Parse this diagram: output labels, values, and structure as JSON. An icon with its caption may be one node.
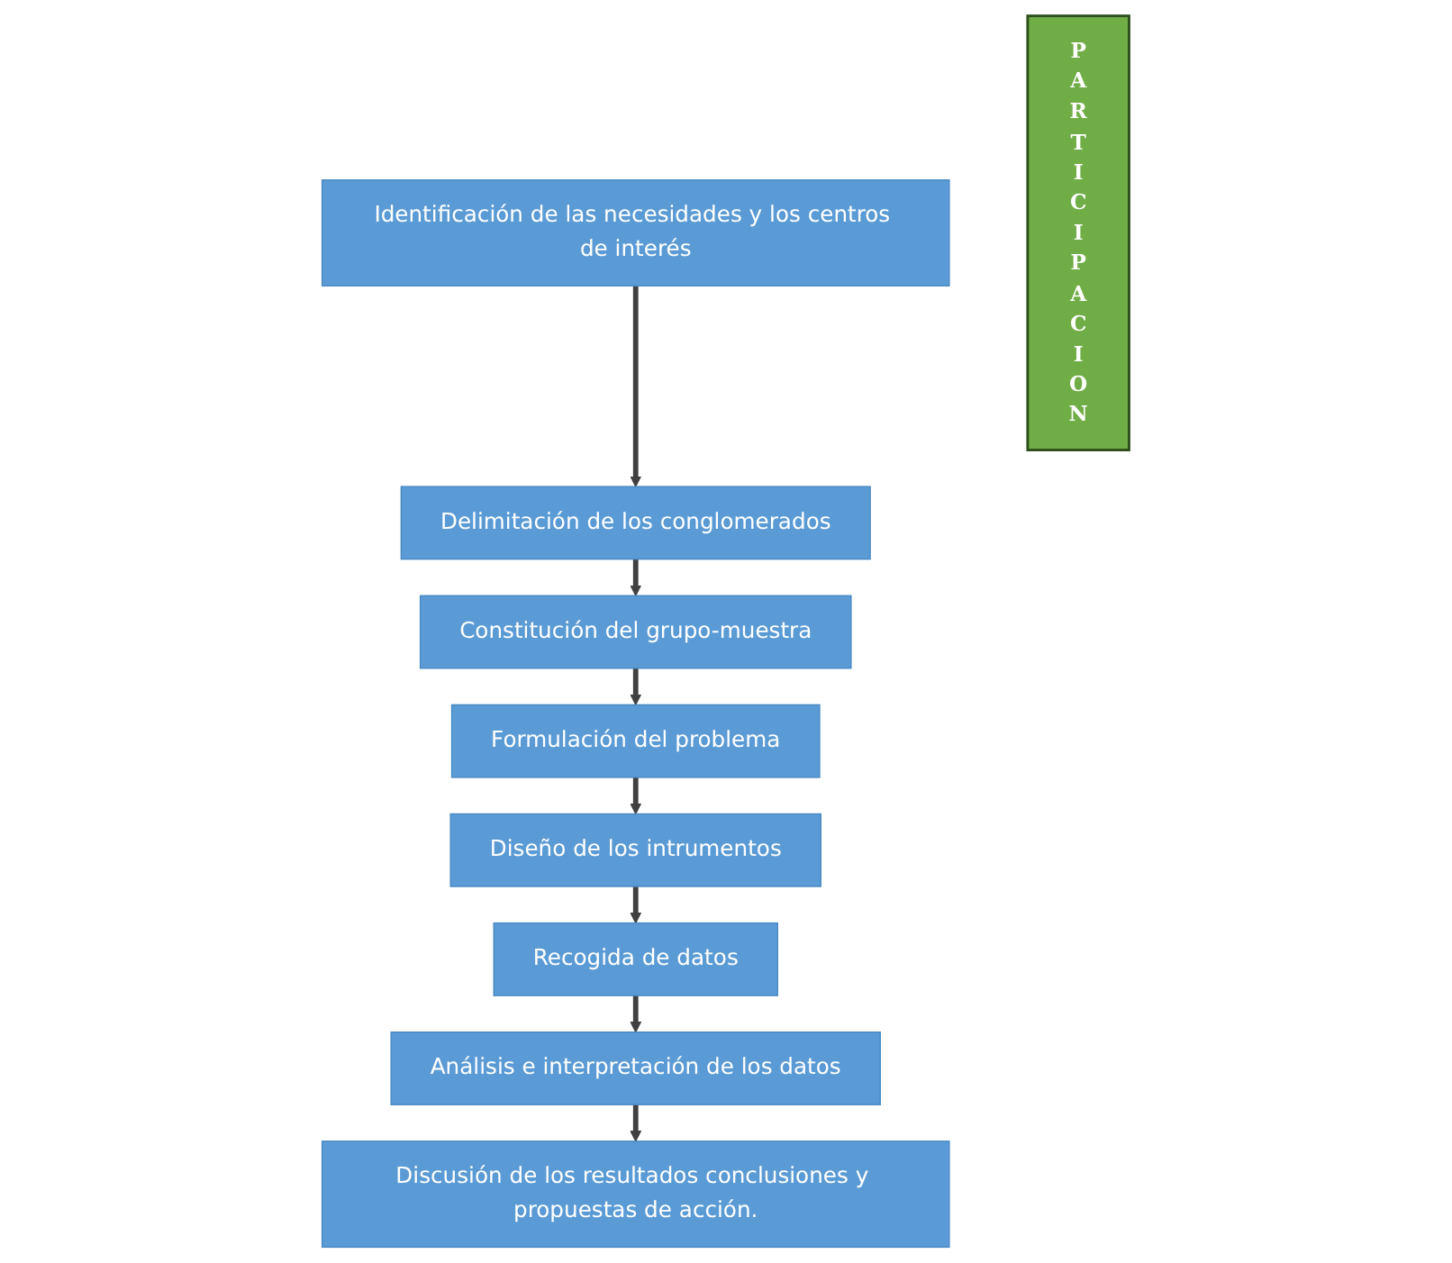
{
  "diagram": {
    "nodes": [
      {
        "text": [
          "Identificación de las necesidades y los centros de interés"
        ]
      },
      {
        "text": [
          "Delimitación de los conglomerados"
        ]
      },
      {
        "text": [
          "Constitución del grupo-muestra"
        ]
      },
      {
        "text": [
          "Formulación del problema"
        ]
      },
      {
        "text": [
          "Diseño de los intrumentos"
        ]
      },
      {
        "text": [
          "Recogida de datos"
        ]
      },
      {
        "text": [
          "Análisis e interpretación de los datos"
        ]
      },
      {
        "text": [
          "Discusión de los resultados conclusiones y propuestas de acción."
        ]
      },
      {
        "text": [
          "PARTICIPACION"
        ]
      }
    ],
    "edges": [
      {
        "from": 0,
        "to": 1,
        "arrow": "to"
      },
      {
        "from": 1,
        "to": 2,
        "arrow": "to"
      },
      {
        "from": 2,
        "to": 3,
        "arrow": "to"
      },
      {
        "from": 3,
        "to": 4,
        "arrow": "to"
      },
      {
        "from": 4,
        "to": 5,
        "arrow": "to"
      },
      {
        "from": 5,
        "to": 6,
        "arrow": "to"
      },
      {
        "from": 6,
        "to": 7,
        "arrow": "to"
      }
    ]
  }
}
